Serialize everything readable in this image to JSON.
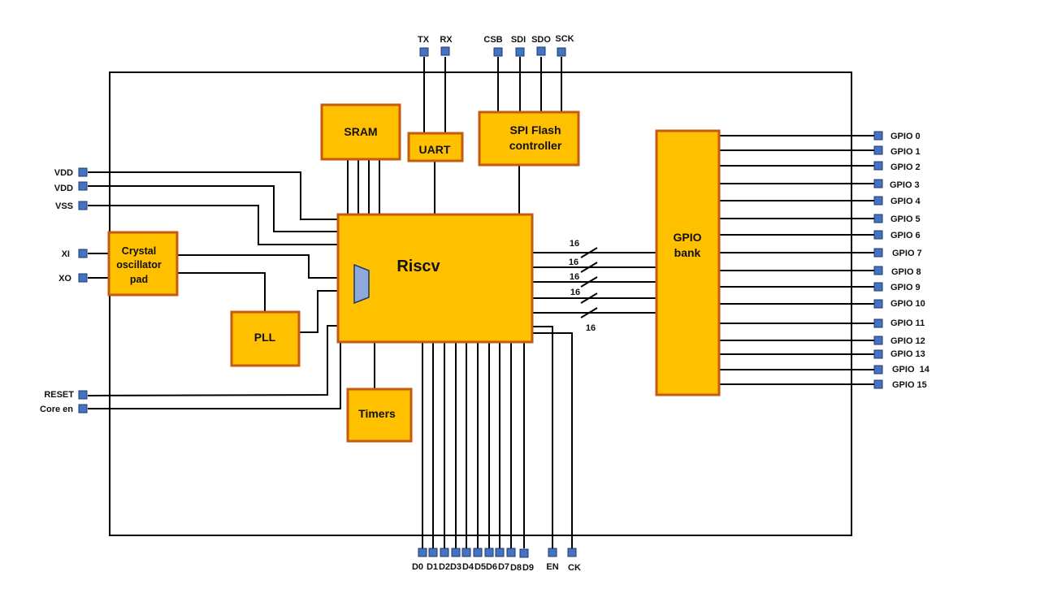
{
  "blocks": {
    "sram": "SRAM",
    "uart": "UART",
    "spi": [
      "SPI Flash",
      "controller"
    ],
    "riscv": "Riscv",
    "gpio_bank": [
      "GPIO",
      "bank"
    ],
    "crystal": [
      "Crystal",
      "oscillator",
      "pad"
    ],
    "pll": "PLL",
    "timers": "Timers"
  },
  "pins": {
    "top": [
      "TX",
      "RX",
      "CSB",
      "SDI",
      "SDO",
      "SCK"
    ],
    "left": [
      "VDD",
      "VDD",
      "VSS",
      "XI",
      "XO",
      "RESET",
      "Core en"
    ],
    "right": [
      "GPIO 0",
      "GPIO 1",
      "GPIO 2",
      "GPIO 3",
      "GPIO 4",
      "GPIO 5",
      "GPIO 6",
      "GPIO 7",
      "GPIO 8",
      "GPIO 9",
      "GPIO 10",
      "GPIO 11",
      "GPIO 12",
      "GPIO 13",
      "GPIO  14",
      "GPIO 15"
    ],
    "bottom": [
      "D0",
      "D1",
      "D2",
      "D3",
      "D4",
      "D5",
      "D6",
      "D7",
      "D8",
      "D9",
      "EN",
      "CK"
    ]
  },
  "bus_labels": [
    "16",
    "16",
    "16",
    "16",
    "16"
  ],
  "colors": {
    "block_fill": "#FFC000",
    "block_border": "#C55A11",
    "pin_fill": "#4472C4",
    "mux_fill": "#8EA9DB"
  }
}
